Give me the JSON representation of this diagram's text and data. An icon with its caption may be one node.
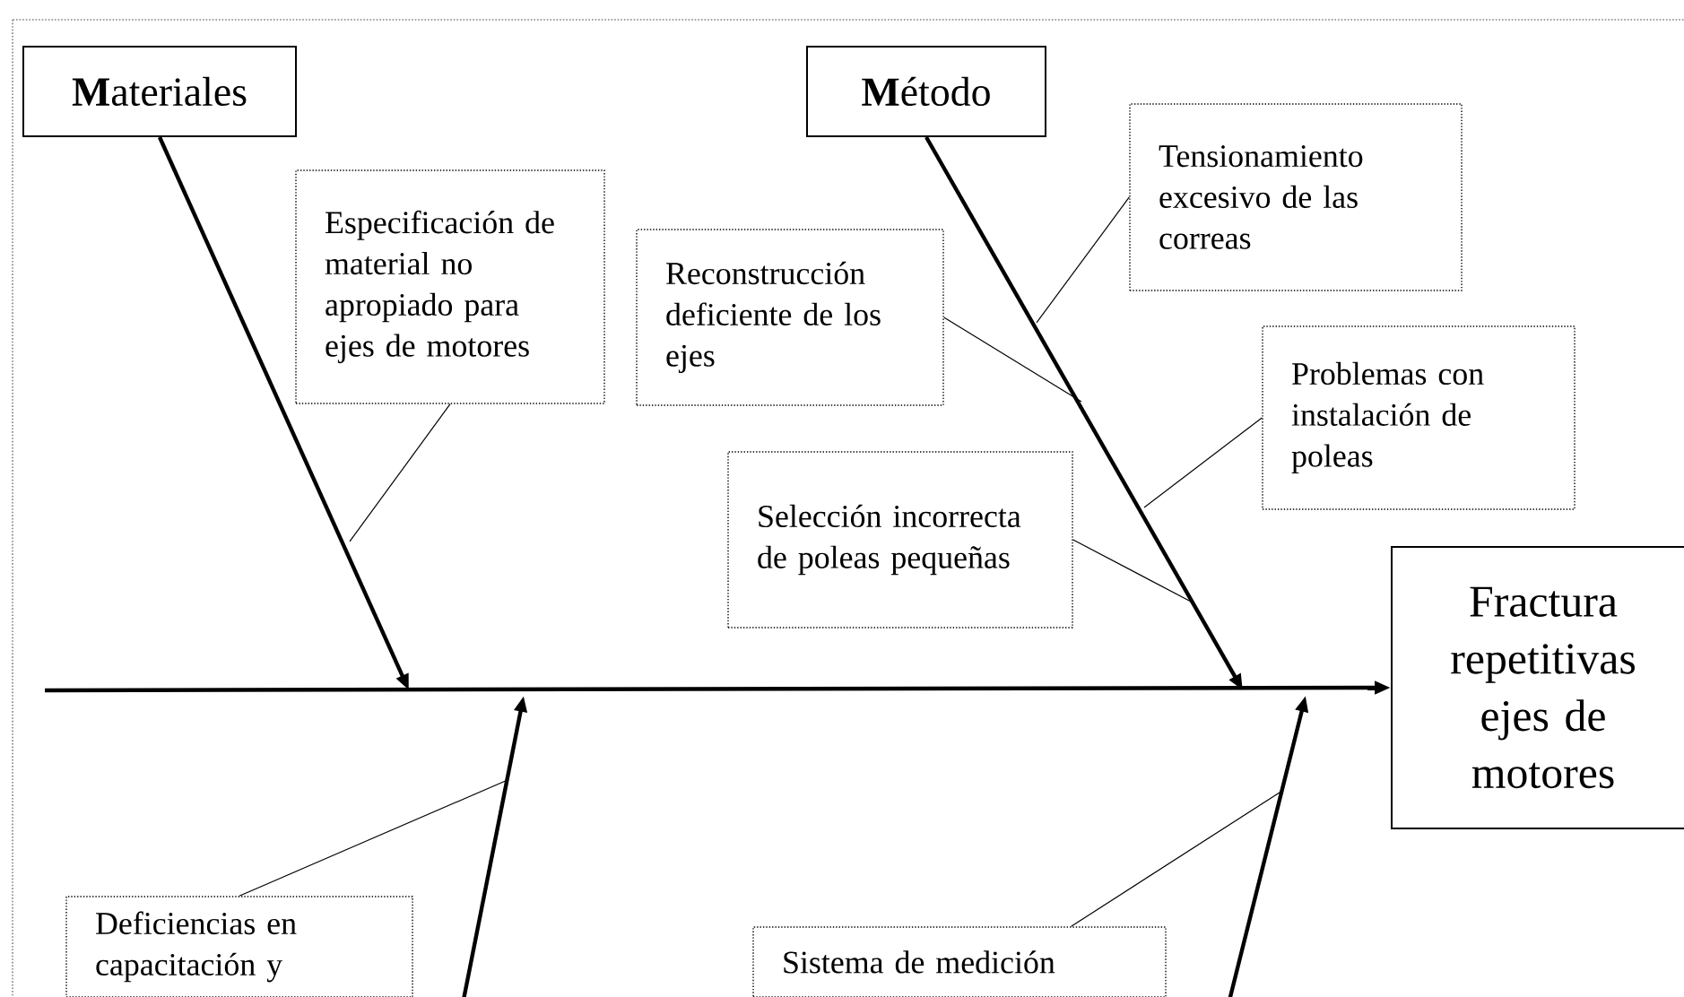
{
  "diagram": {
    "nodes": [
      {
        "text": [
          "**M**ateriales"
        ]
      },
      {
        "text": [
          "Especificación de material no apropiado para ejes de motores"
        ]
      },
      {
        "text": [
          "**M**étodo"
        ]
      },
      {
        "text": [
          "Tensionamiento excesivo de las correas"
        ]
      },
      {
        "text": [
          "Reconstrucción deficiente de los ejes"
        ]
      },
      {
        "text": [
          "Problemas con instalación de poleas"
        ]
      },
      {
        "text": [
          "Selección incorrecta de poleas pequeñas"
        ]
      },
      {
        "text": [
          "Fractura repetitivas ejes de motores"
        ]
      },
      {
        "text": [
          "Deficiencias en capacitación y"
        ]
      },
      {
        "text": [
          "Sistema de medición"
        ]
      }
    ],
    "edges": [
      {
        "from": null,
        "to": 7,
        "arrow": "to",
        "style": "thick"
      },
      {
        "from": 0,
        "to": null,
        "arrow": "to",
        "style": "thick"
      },
      {
        "from": 2,
        "to": null,
        "arrow": "to",
        "style": "thick"
      },
      {
        "from": 1,
        "to": null,
        "arrow": "none"
      },
      {
        "from": 3,
        "to": null,
        "arrow": "none"
      },
      {
        "from": 4,
        "to": null,
        "arrow": "none"
      },
      {
        "from": 5,
        "to": null,
        "arrow": "none"
      },
      {
        "from": 6,
        "to": null,
        "arrow": "none"
      },
      {
        "from": 8,
        "to": null,
        "arrow": "none"
      },
      {
        "from": 9,
        "to": null,
        "arrow": "none"
      }
    ]
  }
}
